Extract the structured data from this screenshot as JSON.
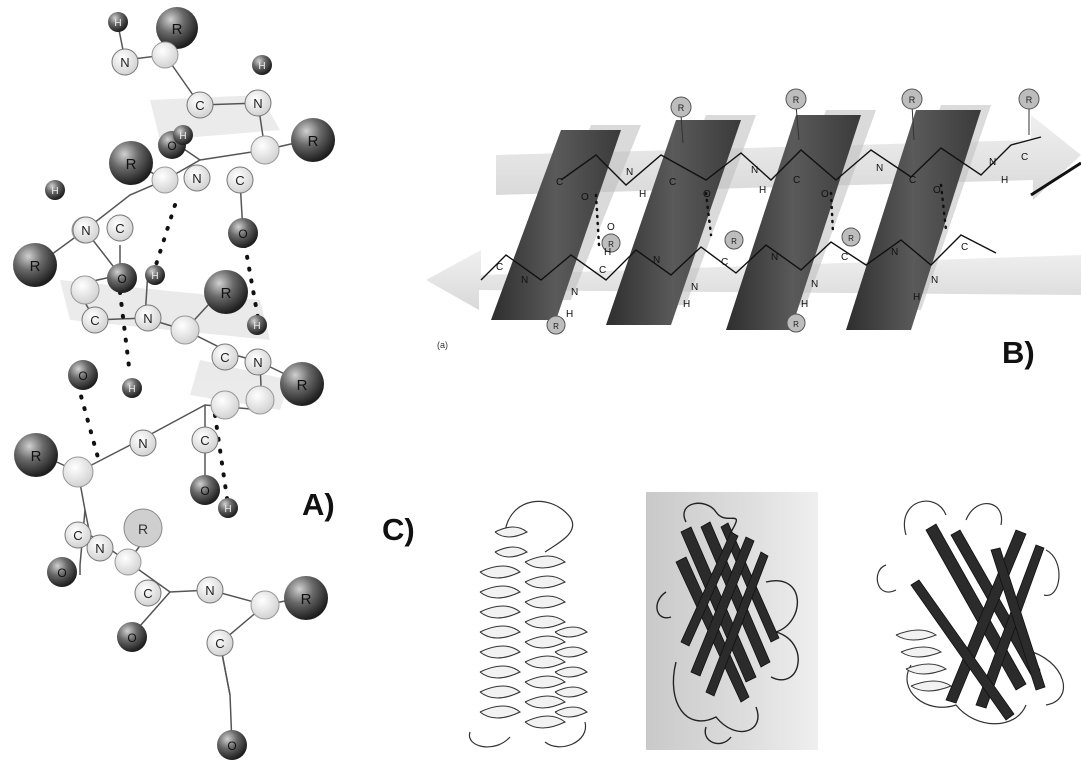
{
  "panels": {
    "a": {
      "label": "A)"
    },
    "b": {
      "label": "B)",
      "sublabel": "(a)"
    },
    "c": {
      "label": "C)"
    }
  },
  "atoms": {
    "nitrogen": "N",
    "carbon": "C",
    "oxygen": "O",
    "hydrogen": "H",
    "side_chain": "R"
  },
  "colors": {
    "ink": "#222222",
    "atom_dark": "#3c3c3c",
    "atom_light": "#f4f4f4",
    "sheet_band": "#4a4a4a",
    "sheet_band_light": "#b8b8b8",
    "ribbon_dark": "#2c2c2c"
  }
}
